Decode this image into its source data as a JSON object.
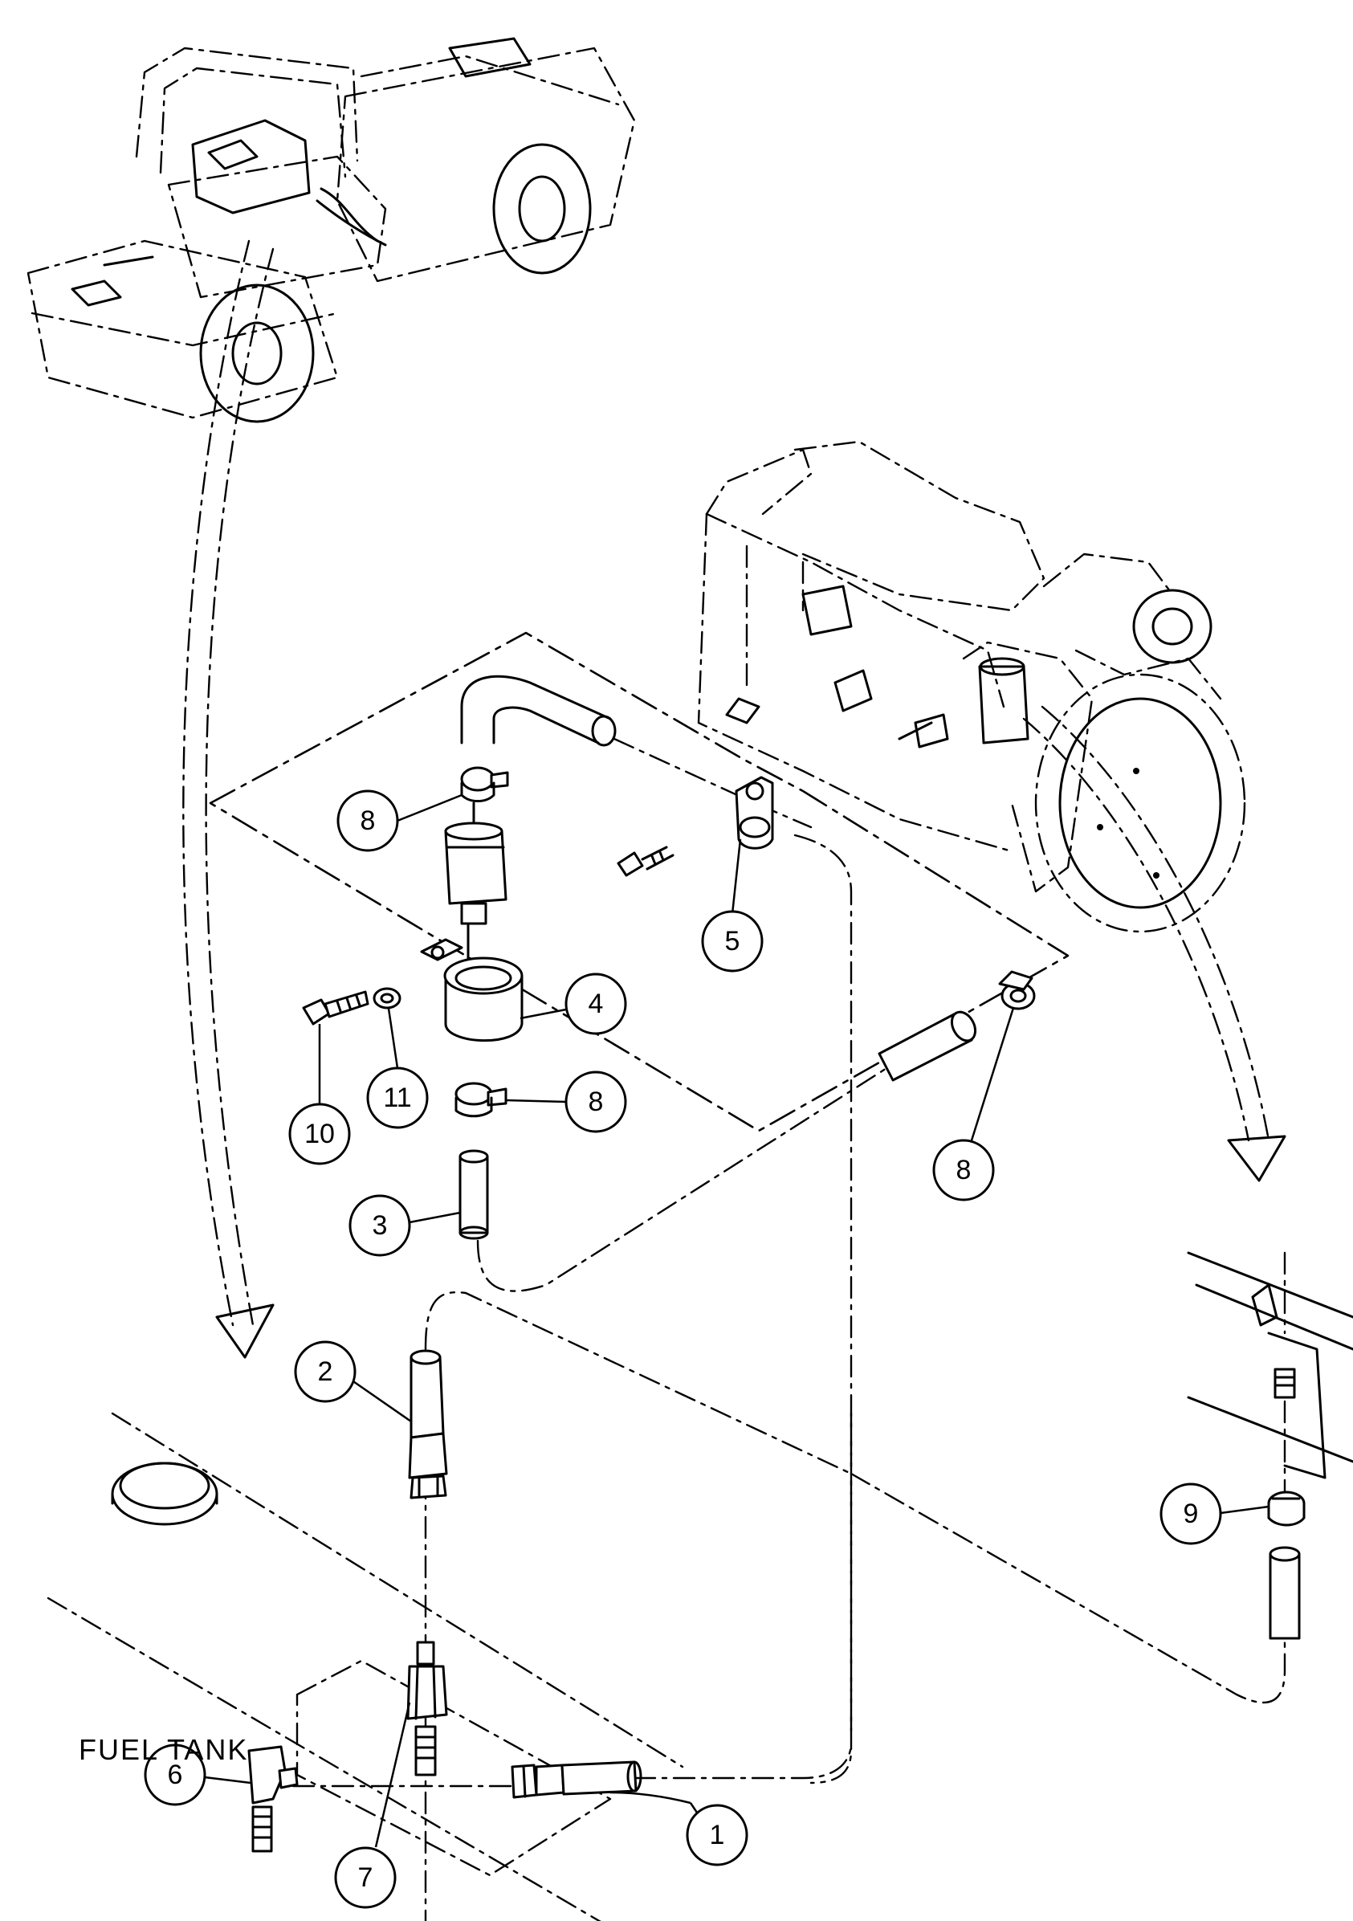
{
  "labels": {
    "fuel_tank": "FUEL TANK"
  },
  "callouts": [
    {
      "id": "1",
      "number": "1"
    },
    {
      "id": "2",
      "number": "2"
    },
    {
      "id": "3",
      "number": "3"
    },
    {
      "id": "4",
      "number": "4"
    },
    {
      "id": "5",
      "number": "5"
    },
    {
      "id": "6",
      "number": "6"
    },
    {
      "id": "7",
      "number": "7"
    },
    {
      "id": "8a",
      "number": "8"
    },
    {
      "id": "8b",
      "number": "8"
    },
    {
      "id": "8c",
      "number": "8"
    },
    {
      "id": "9",
      "number": "9"
    },
    {
      "id": "10",
      "number": "10"
    },
    {
      "id": "11",
      "number": "11"
    }
  ]
}
